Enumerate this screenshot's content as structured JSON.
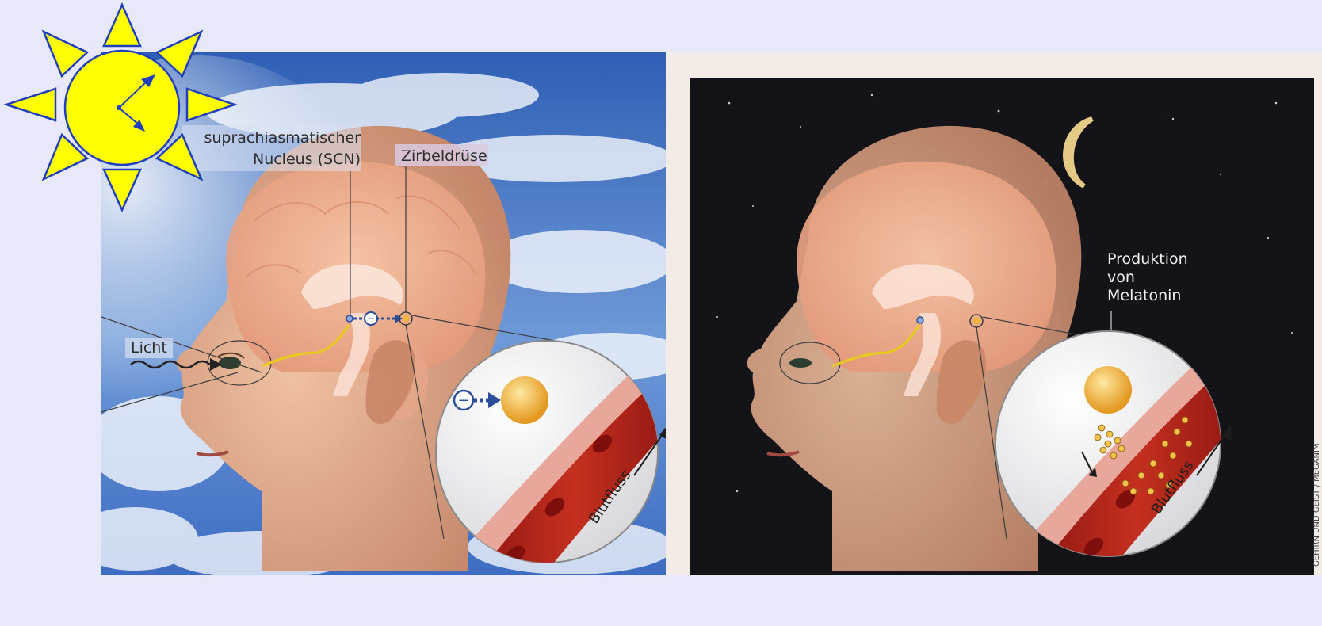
{
  "left_panel": {
    "label_scn_line1": "suprachiasmatischer",
    "label_scn_line2": "Nucleus (SCN)",
    "label_pineal": "Zirbeldrüse",
    "label_light": "Licht",
    "label_blood": "Blutfluss",
    "inhibit_symbol": "−",
    "sky": "day-sky"
  },
  "right_panel": {
    "label_production_line1": "Produktion",
    "label_production_line2": "von",
    "label_production_line3": "Melatonin",
    "label_blood": "Blutfluss",
    "sky": "night-sky"
  },
  "credit": "GEHIRN UND GEIST / MEGANIM",
  "icons": {
    "sun": "sun-clock-icon",
    "moon": "crescent-moon-icon"
  },
  "colors": {
    "page_background": "#e8e8fb",
    "sun_fill": "#ffff00",
    "sun_stroke": "#1f3fbf",
    "day_sky": "#3e6fc4",
    "night_sky": "#141418",
    "brain": "#f1b08f",
    "skin": "#d99a78",
    "blood": "#b8231f",
    "pineal": "#f3b53a",
    "nerve": "#e9cc1a"
  }
}
